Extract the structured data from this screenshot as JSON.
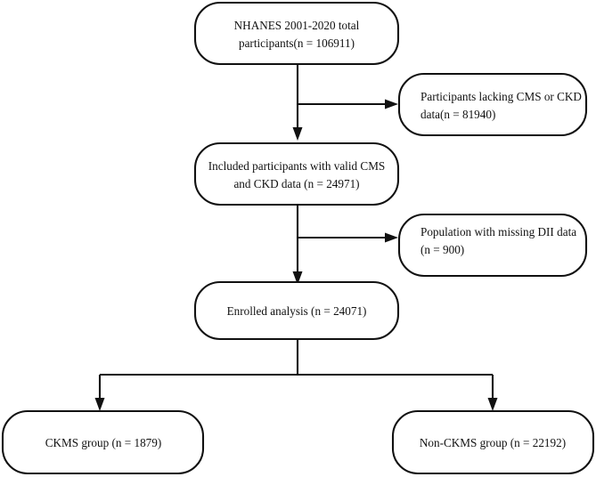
{
  "diagram": {
    "type": "flowchart",
    "title": "NHANES participant selection flow diagram",
    "orientation": "top-to-bottom",
    "colors": {
      "background": "#ffffff",
      "stroke": "#111111",
      "text": "#111111",
      "box_fill": "#ffffff"
    },
    "nodes": [
      {
        "id": "total-participants",
        "align": "center",
        "lines": [
          "NHANES 2001-2020 total",
          "participants(n = 106911)"
        ]
      },
      {
        "id": "excluded-cms-ckd",
        "align": "left",
        "lines": [
          "Participants lacking CMS or CKD",
          "data(n = 81940)"
        ]
      },
      {
        "id": "included-valid-cms-ckd",
        "align": "center",
        "lines": [
          "Included participants with valid CMS",
          "and CKD data (n = 24971)"
        ]
      },
      {
        "id": "excluded-missing-dii",
        "align": "left",
        "lines": [
          "Population with missing DII data",
          "(n = 900)"
        ]
      },
      {
        "id": "enrolled-analysis",
        "align": "center",
        "lines": [
          "Enrolled analysis (n = 24071)"
        ]
      },
      {
        "id": "ckms-group",
        "align": "center",
        "lines": [
          "CKMS group (n = 1879)"
        ]
      },
      {
        "id": "non-ckms-group",
        "align": "center",
        "lines": [
          "Non-CKMS group (n = 22192)"
        ]
      }
    ],
    "counts": {
      "total_participants": 106911,
      "excluded_cms_ckd": 81940,
      "included_valid_cms_ckd": 24971,
      "excluded_missing_dii": 900,
      "enrolled_analysis": 24071,
      "ckms_group": 1879,
      "non_ckms_group": 22192
    }
  }
}
